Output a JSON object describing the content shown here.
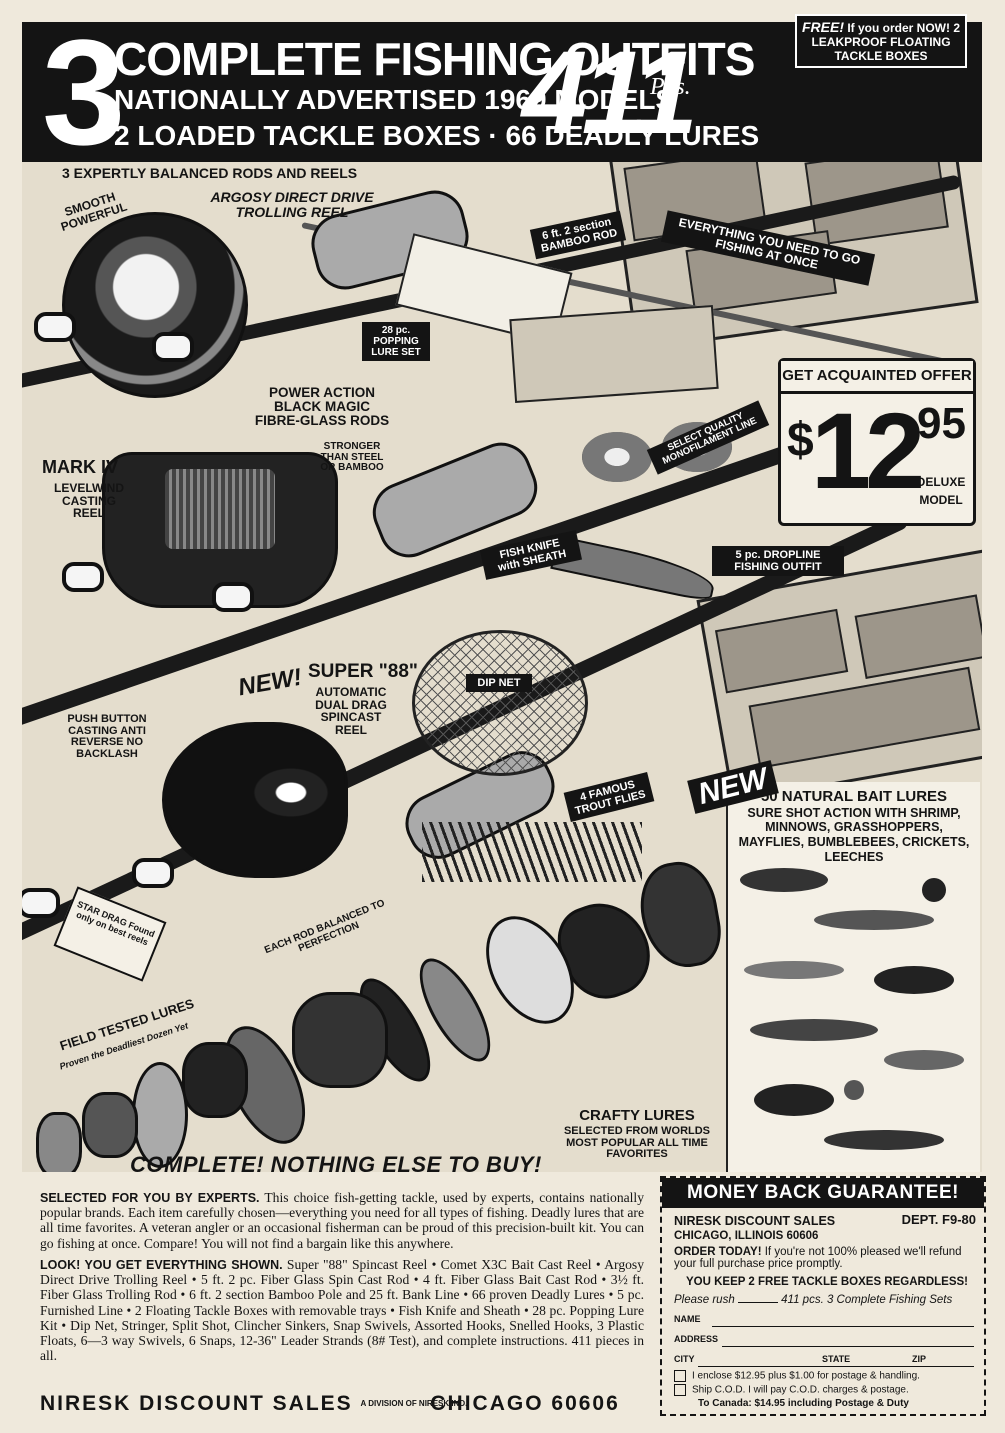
{
  "header": {
    "number": "3",
    "line1": "COMPLETE FISHING OUTFITS",
    "line2": "NATIONALLY ADVERTISED 1969 MODELS",
    "line3": "2 LOADED TACKLE BOXES · 66 DEADLY LURES",
    "count": "411",
    "count_unit": "Pcs.",
    "free_lead": "FREE!",
    "free_rest": "If you order NOW! 2 LEAKPROOF FLOATING TACKLE BOXES"
  },
  "labels": {
    "rods_reels": "3 EXPERTLY BALANCED RODS AND REELS",
    "smooth": "SMOOTH POWERFUL",
    "argosy": "ARGOSY DIRECT DRIVE TROLLING REEL",
    "bamboo": "6 ft. 2 section BAMBOO ROD",
    "everything": "EVERYTHING YOU NEED TO GO FISHING AT ONCE",
    "popping": "28 pc. POPPING LURE SET",
    "power_action": "POWER ACTION BLACK MAGIC FIBRE-GLASS RODS",
    "stronger": "STRONGER THAN STEEL OR BAMBOO",
    "mark4_title": "MARK IV",
    "mark4_sub": "LEVELWIND CASTING REEL",
    "monofilament": "SELECT QUALITY MONOFILAMENT LINE",
    "fish_knife": "FISH KNIFE with SHEATH",
    "dropline": "5 pc. DROPLINE FISHING OUTFIT",
    "dip_net": "DIP NET",
    "new_super": "NEW!",
    "super88": "SUPER \"88\"",
    "super88_sub": "AUTOMATIC DUAL DRAG SPINCAST REEL",
    "push_button": "PUSH BUTTON CASTING ANTI REVERSE NO BACKLASH",
    "trout_flies": "4 FAMOUS TROUT FLIES",
    "star_drag": "STAR DRAG Found only on best reels",
    "each_rod": "EACH ROD BALANCED TO PERFECTION",
    "field_tested": "FIELD TESTED LURES",
    "field_tested_sub": "Proven the Deadliest Dozen Yet",
    "crafty": "CRAFTY LURES",
    "crafty_sub": "SELECTED FROM WORLDS MOST POPULAR ALL TIME FAVORITES"
  },
  "price": {
    "heading": "GET ACQUAINTED OFFER",
    "dollar": "$",
    "whole": "12",
    "cents": "95",
    "model": "DELUXE MODEL"
  },
  "bait": {
    "new": "NEW",
    "title": "50 NATURAL BAIT LURES",
    "desc": "SURE SHOT ACTION WITH SHRIMP, MINNOWS, GRASSHOPPERS, MAYFLIES, BUMBLEBEES, CRICKETS, LEECHES"
  },
  "copy": {
    "tagline": "COMPLETE! NOTHING ELSE TO BUY!",
    "p1_lead": "SELECTED FOR YOU BY EXPERTS.",
    "p1": " This choice fish-getting tackle, used by experts, contains nationally popular brands. Each item carefully chosen—everything you need for all types of fishing. Deadly lures that are all time favorites. A veteran angler or an occasional fisherman can be proud of this precision-built kit. You can go fishing at once. Compare! You will not find a bargain like this anywhere.",
    "p2_lead": "LOOK! YOU GET EVERYTHING SHOWN.",
    "p2": " Super \"88\" Spincast Reel • Comet X3C Bait Cast Reel • Argosy Direct Drive Trolling Reel • 5 ft. 2 pc. Fiber Glass Spin Cast Rod • 4 ft. Fiber Glass Bait Cast Rod • 3½ ft. Fiber Glass Trolling Rod • 6 ft. 2 section Bamboo Pole and 25 ft. Bank Line • 66 proven Deadly Lures • 5 pc. Furnished Line • 2 Floating Tackle Boxes with removable trays • Fish Knife and Sheath • 28 pc. Popping Lure Kit • Dip Net, Stringer, Split Shot, Clincher Sinkers, Snap Swivels, Assorted Hooks, Snelled Hooks, 3 Plastic Floats, 6—3 way Swivels, 6 Snaps, 12-36\" Leader Strands (8# Test), and complete instructions. 411 pieces in all.",
    "footer_left": "NIRESK DISCOUNT SALES",
    "footer_small": "A DIVISION OF NIRESK IND.",
    "footer_right": "CHICAGO 60606"
  },
  "coupon": {
    "guarantee": "MONEY BACK GUARANTEE!",
    "company": "NIRESK DISCOUNT SALES",
    "dept": "DEPT. F9-80",
    "city": "CHICAGO, ILLINOIS 60606",
    "order_lead": "ORDER TODAY!",
    "order": " If you're not 100% pleased we'll refund your full purchase price promptly.",
    "keep": "YOU KEEP 2 FREE TACKLE BOXES REGARDLESS!",
    "rush_pre": "Please rush",
    "rush_post": "411 pcs. 3 Complete Fishing Sets",
    "name": "NAME",
    "address": "ADDRESS",
    "city_label": "CITY",
    "state": "STATE",
    "zip": "ZIP",
    "enclose": "I enclose $12.95 plus $1.00 for postage & handling.",
    "cod": "Ship C.O.D. I will pay C.O.D. charges & postage.",
    "canada": "To Canada: $14.95 including Postage & Duty"
  }
}
